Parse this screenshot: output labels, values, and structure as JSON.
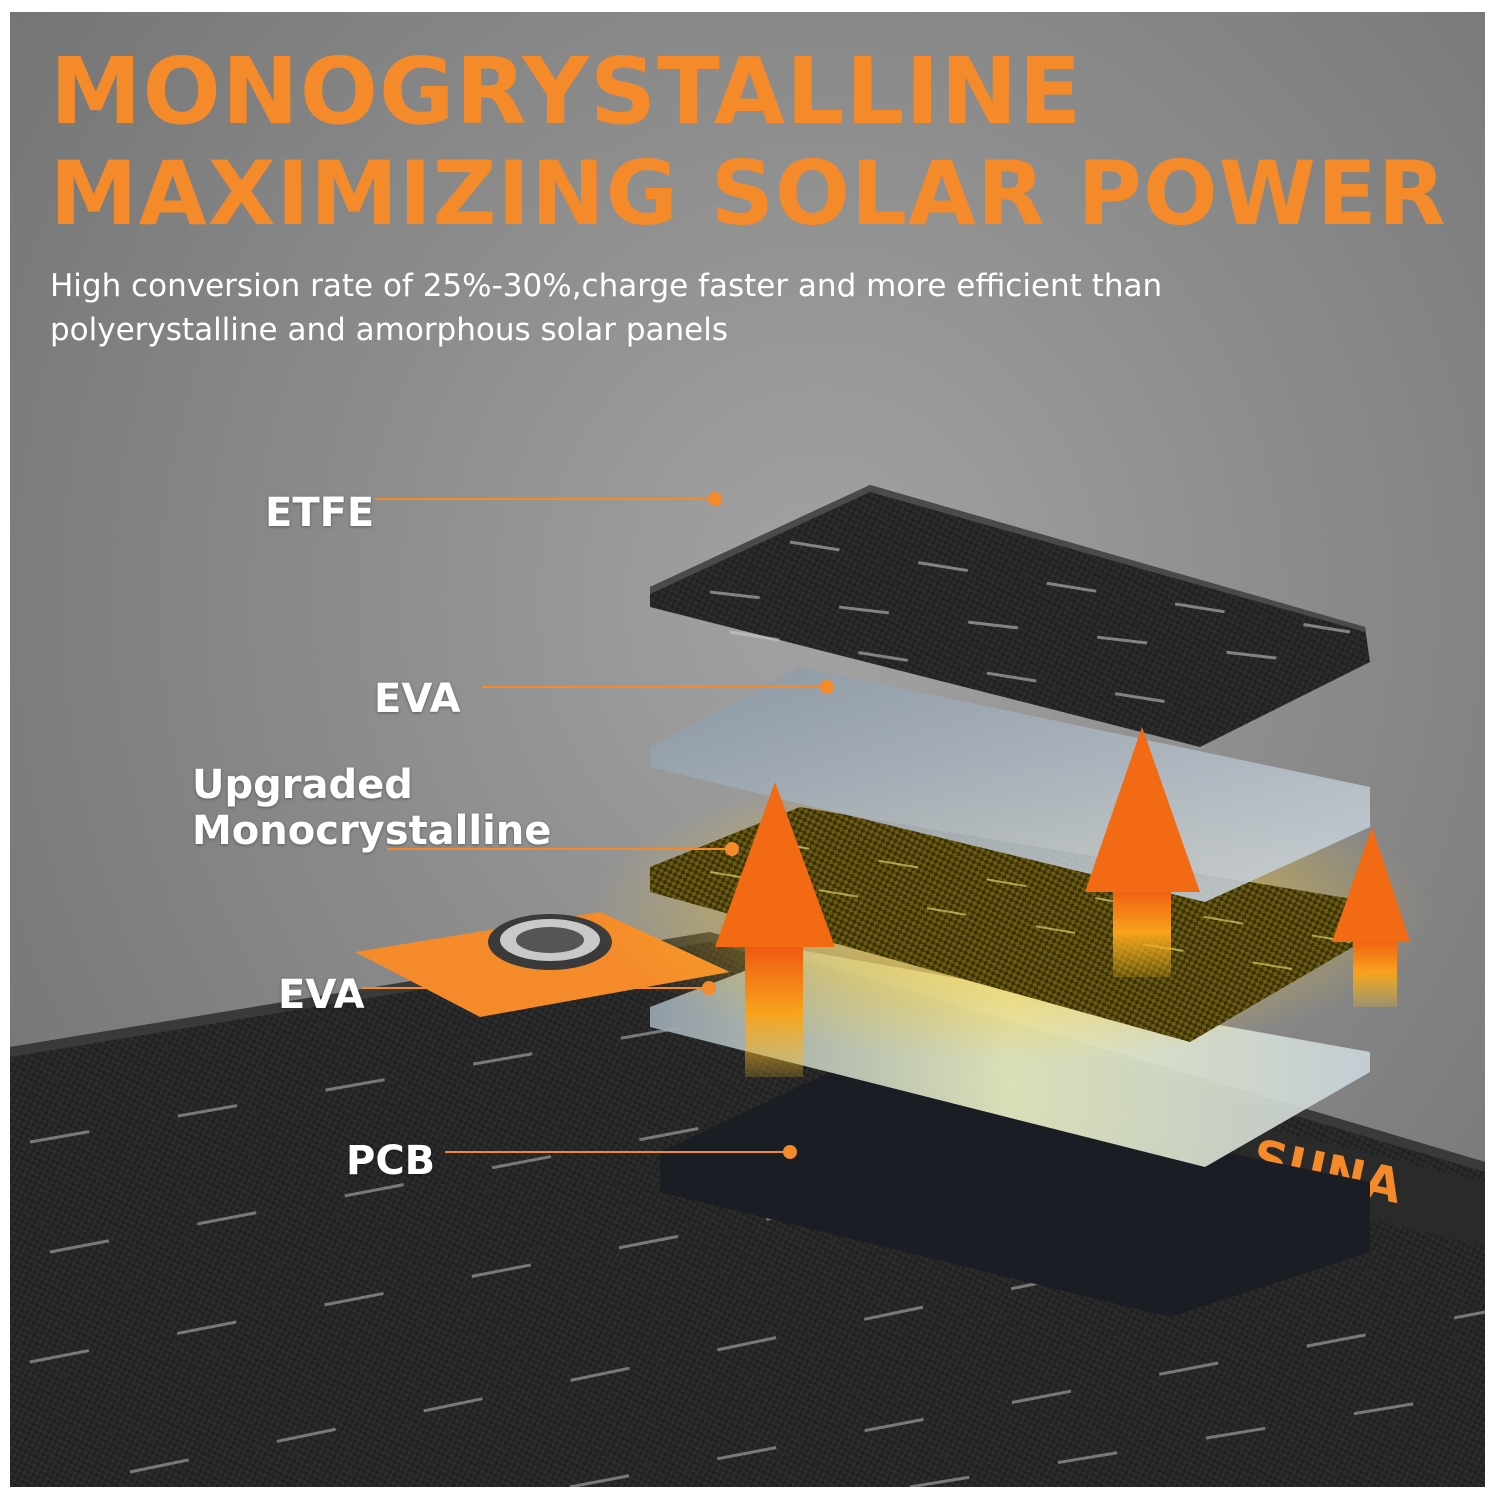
{
  "headline": {
    "line1": "MONOGRYSTALLINE",
    "line2": "MAXIMIZING SOLAR POWER"
  },
  "subtitle": {
    "line1": "High conversion rate of 25%-30%,charge faster and more efficient than",
    "line2": "polyerystalline and amorphous solar panels"
  },
  "layers": {
    "etfe": "ETFE",
    "eva_top": "EVA",
    "mono_line1": "Upgraded",
    "mono_line2": "Monocrystalline",
    "eva_bottom": "EVA",
    "pcb": "PCB"
  },
  "colors": {
    "accent": "#f58a2a",
    "text": "#ffffff",
    "background": "#8a8a8a",
    "panel": "#1f1f1f",
    "glow": "#f5d020"
  },
  "icons": {
    "arrow": "upward-heat-arrow-icon",
    "grommet": "grommet-eyelet-icon"
  }
}
